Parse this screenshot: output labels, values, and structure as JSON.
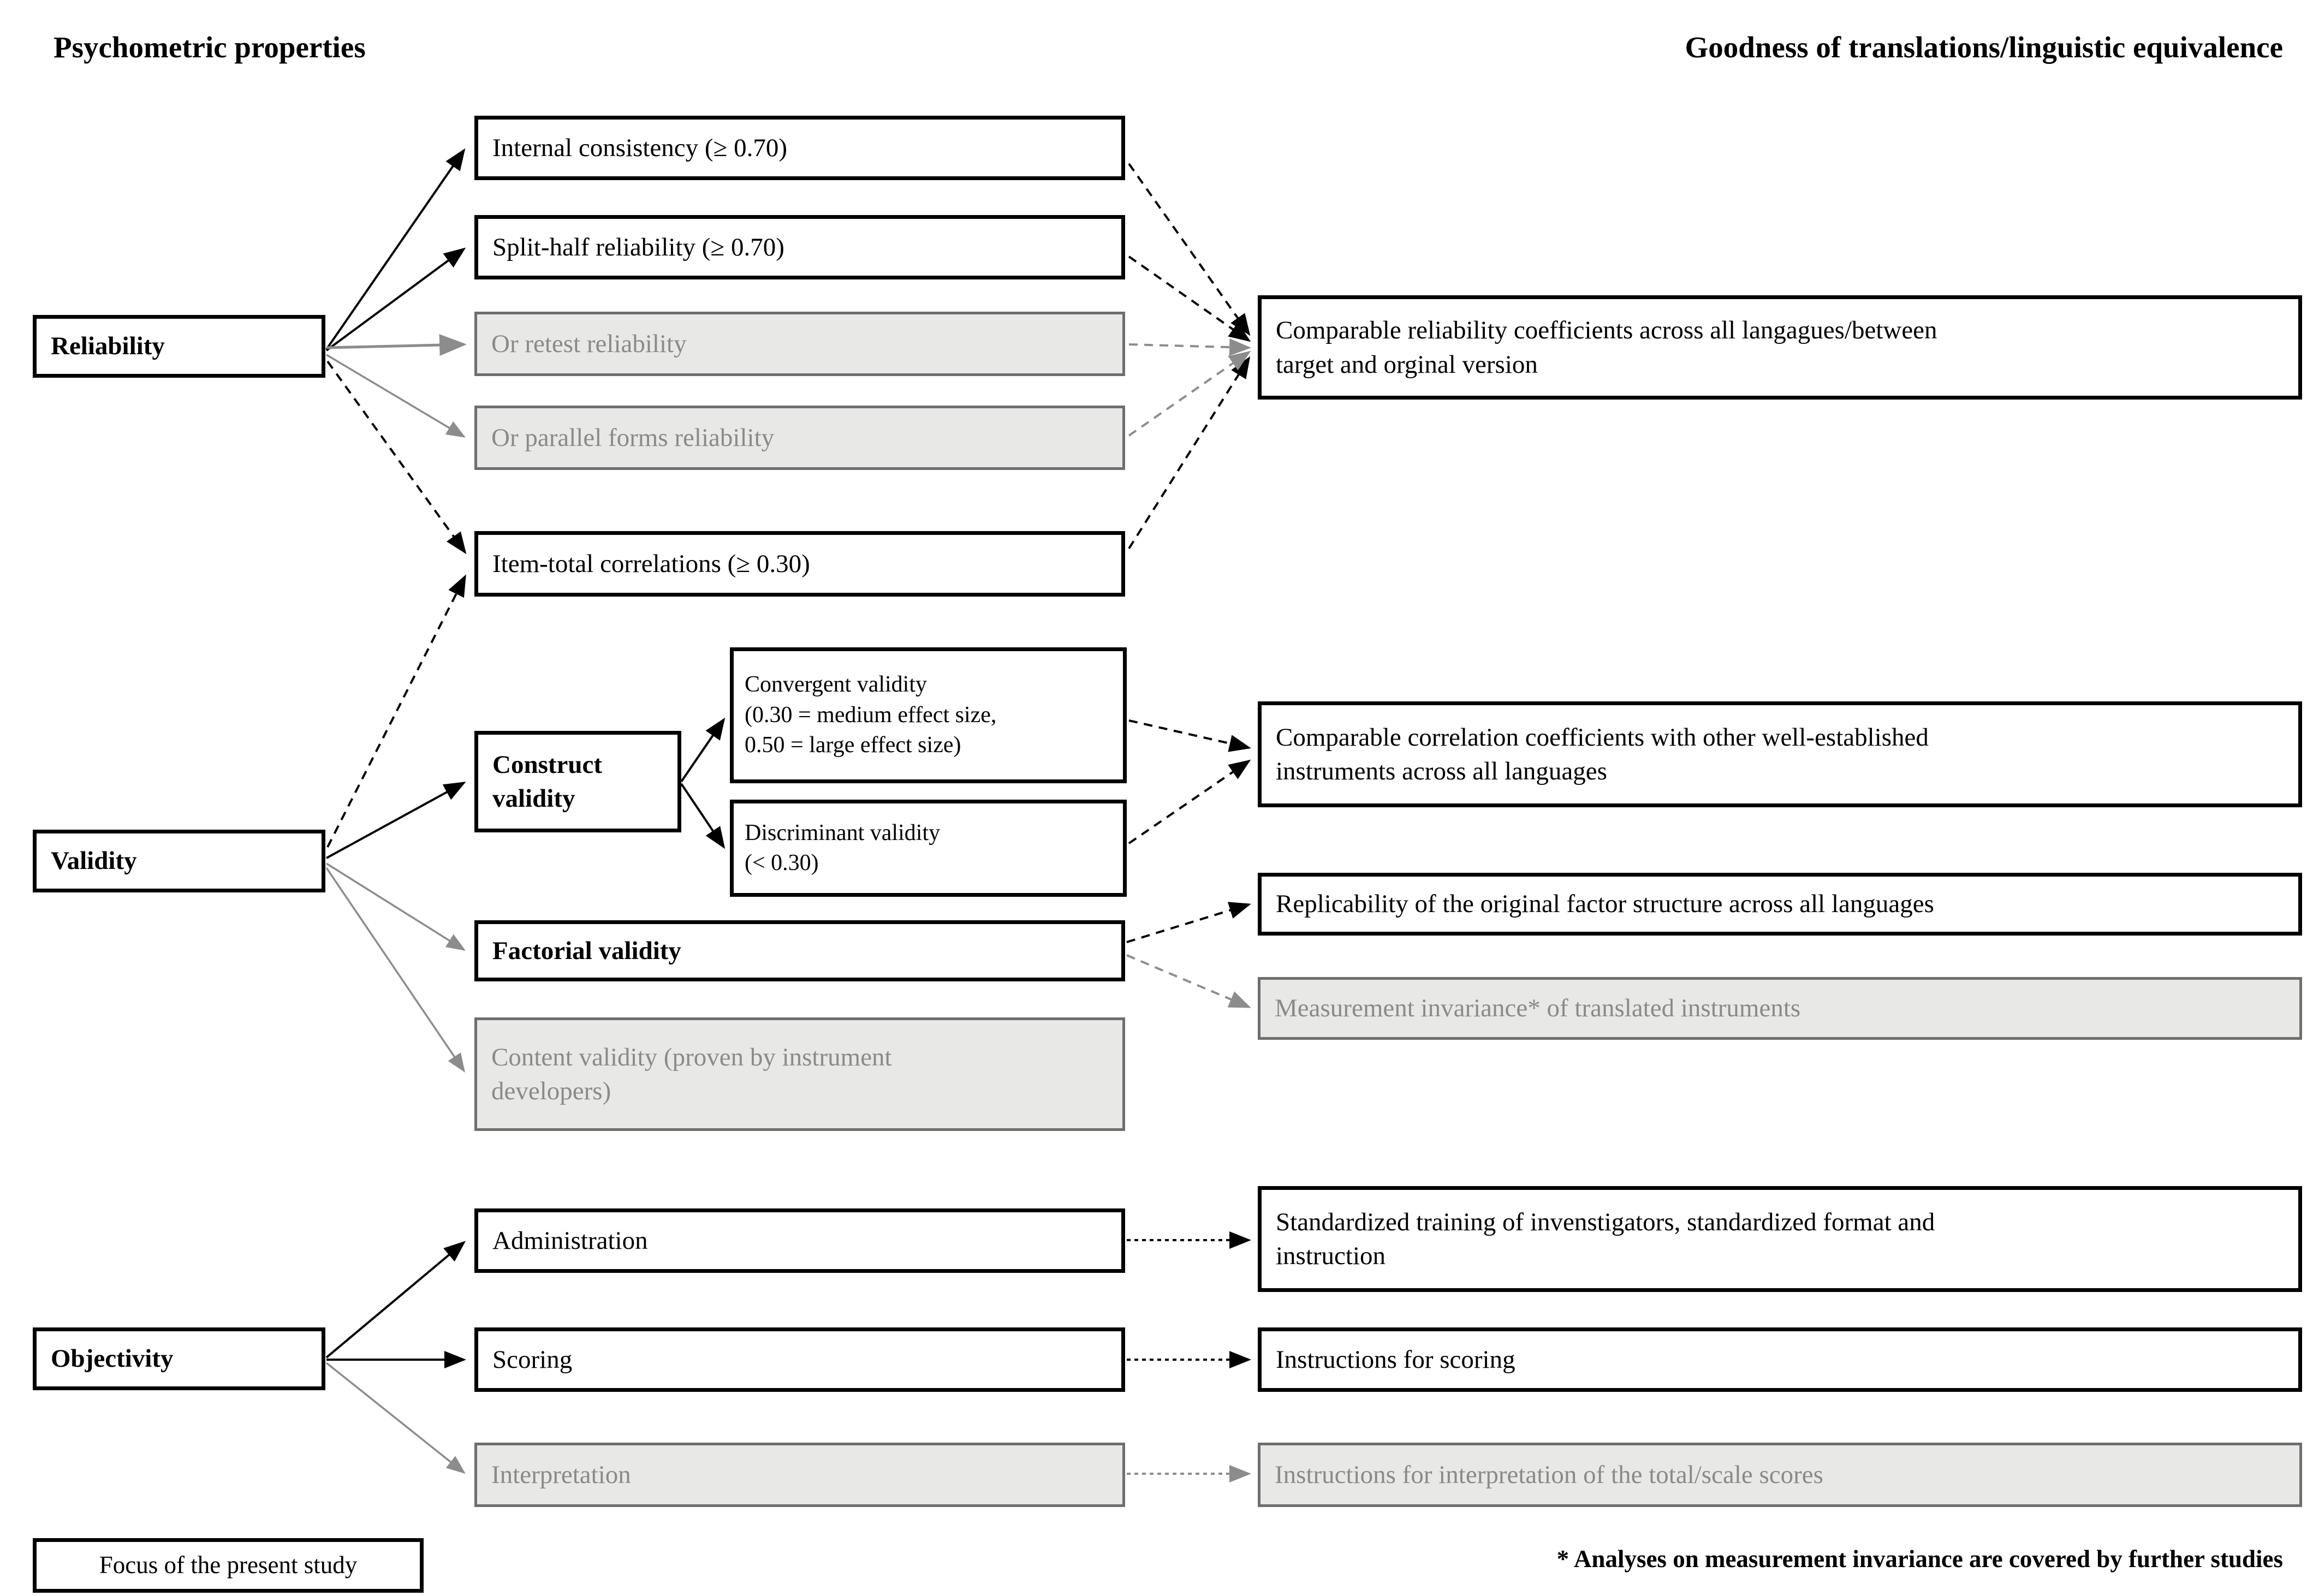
{
  "titles": {
    "left": "Psychometric properties",
    "right": "Goodness of translations/linguistic equivalence"
  },
  "labels": {
    "reliability": "Reliability",
    "validity": "Validity",
    "objectivity": "Objectivity",
    "focus_legend": "Focus of the present study",
    "footnote": "* Analyses on measurement invariance are covered by further studies"
  },
  "boxes": {
    "internal_consistency": "Internal consistency (≥ 0.70)",
    "split_half": "Split-half reliability (≥ 0.70)",
    "retest": "Or retest reliability",
    "parallel_forms": "Or parallel forms reliability",
    "item_total": "Item-total correlations (≥ 0.30)",
    "construct_validity": "Construct\nvalidity",
    "convergent": "Convergent validity\n(0.30 = medium effect size,\n0.50 = large effect size)",
    "discriminant": "Discriminant validity\n(< 0.30)",
    "factorial": "Factorial validity",
    "content_validity": "Content validity (proven by instrument\ndevelopers)",
    "administration": "Administration",
    "scoring": "Scoring",
    "interpretation": "Interpretation",
    "reliability_outcome": "Comparable reliability coefficients across all langagues/between\ntarget and orginal version",
    "construct_outcome": "Comparable correlation coefficients with other well-established\ninstruments across all languages",
    "factorial_outcome": "Replicability of the original factor structure across all languages",
    "invariance_outcome": "Measurement invariance* of translated instruments",
    "administration_outcome": "Standardized training of invenstigators, standardized format and\ninstruction",
    "scoring_outcome": "Instructions for scoring",
    "interpretation_outcome": "Instructions for interpretation of the total/scale scores"
  },
  "colors": {
    "black": "#000000",
    "gray_fill": "#e8e8e6",
    "gray_border": "#6e6e6e",
    "gray_text": "#8a8a8a",
    "arrow_gray": "#8c8c8c"
  }
}
